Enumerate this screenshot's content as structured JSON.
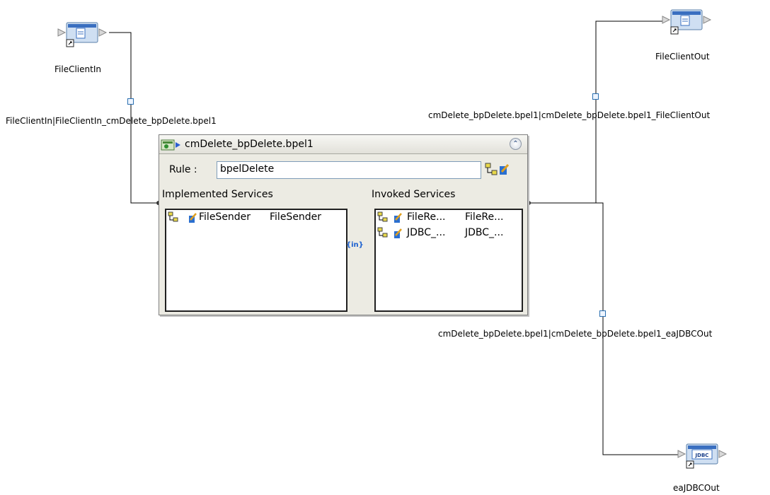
{
  "external_apps": {
    "file_client_in": {
      "label": "FileClientIn",
      "icon": "file-application-icon"
    },
    "file_client_out": {
      "label": "FileClientOut",
      "icon": "file-application-icon"
    },
    "ea_jdbc_out": {
      "label": "eaJDBCOut",
      "icon": "jdbc-application-icon",
      "badge": "JDBC"
    }
  },
  "connections": {
    "in": {
      "label": "FileClientIn|FileClientIn_cmDelete_bpDelete.bpel1"
    },
    "out_file": {
      "label": "cmDelete_bpDelete.bpel1|cmDelete_bpDelete.bpel1_FileClientOut"
    },
    "out_jdbc": {
      "label": "cmDelete_bpDelete.bpel1|cmDelete_bpDelete.bpel1_eaJDBCOut"
    }
  },
  "service": {
    "title": "cmDelete_bpDelete.bpel1",
    "rule_label": "Rule :",
    "rule_value": "bpelDelete",
    "implemented": {
      "heading": "Implemented Services",
      "items": [
        {
          "name": "FileSender",
          "operation": "FileSender"
        }
      ]
    },
    "invoked": {
      "heading": "Invoked Services",
      "items": [
        {
          "name": "FileRe...",
          "operation": "FileRe..."
        },
        {
          "name": "JDBC_...",
          "operation": "JDBC_..."
        }
      ]
    },
    "map_icon_text": "{in}"
  },
  "colors": {
    "wire": "#000000",
    "connector": "#2a6fb0",
    "panel": "#ecebe3"
  }
}
